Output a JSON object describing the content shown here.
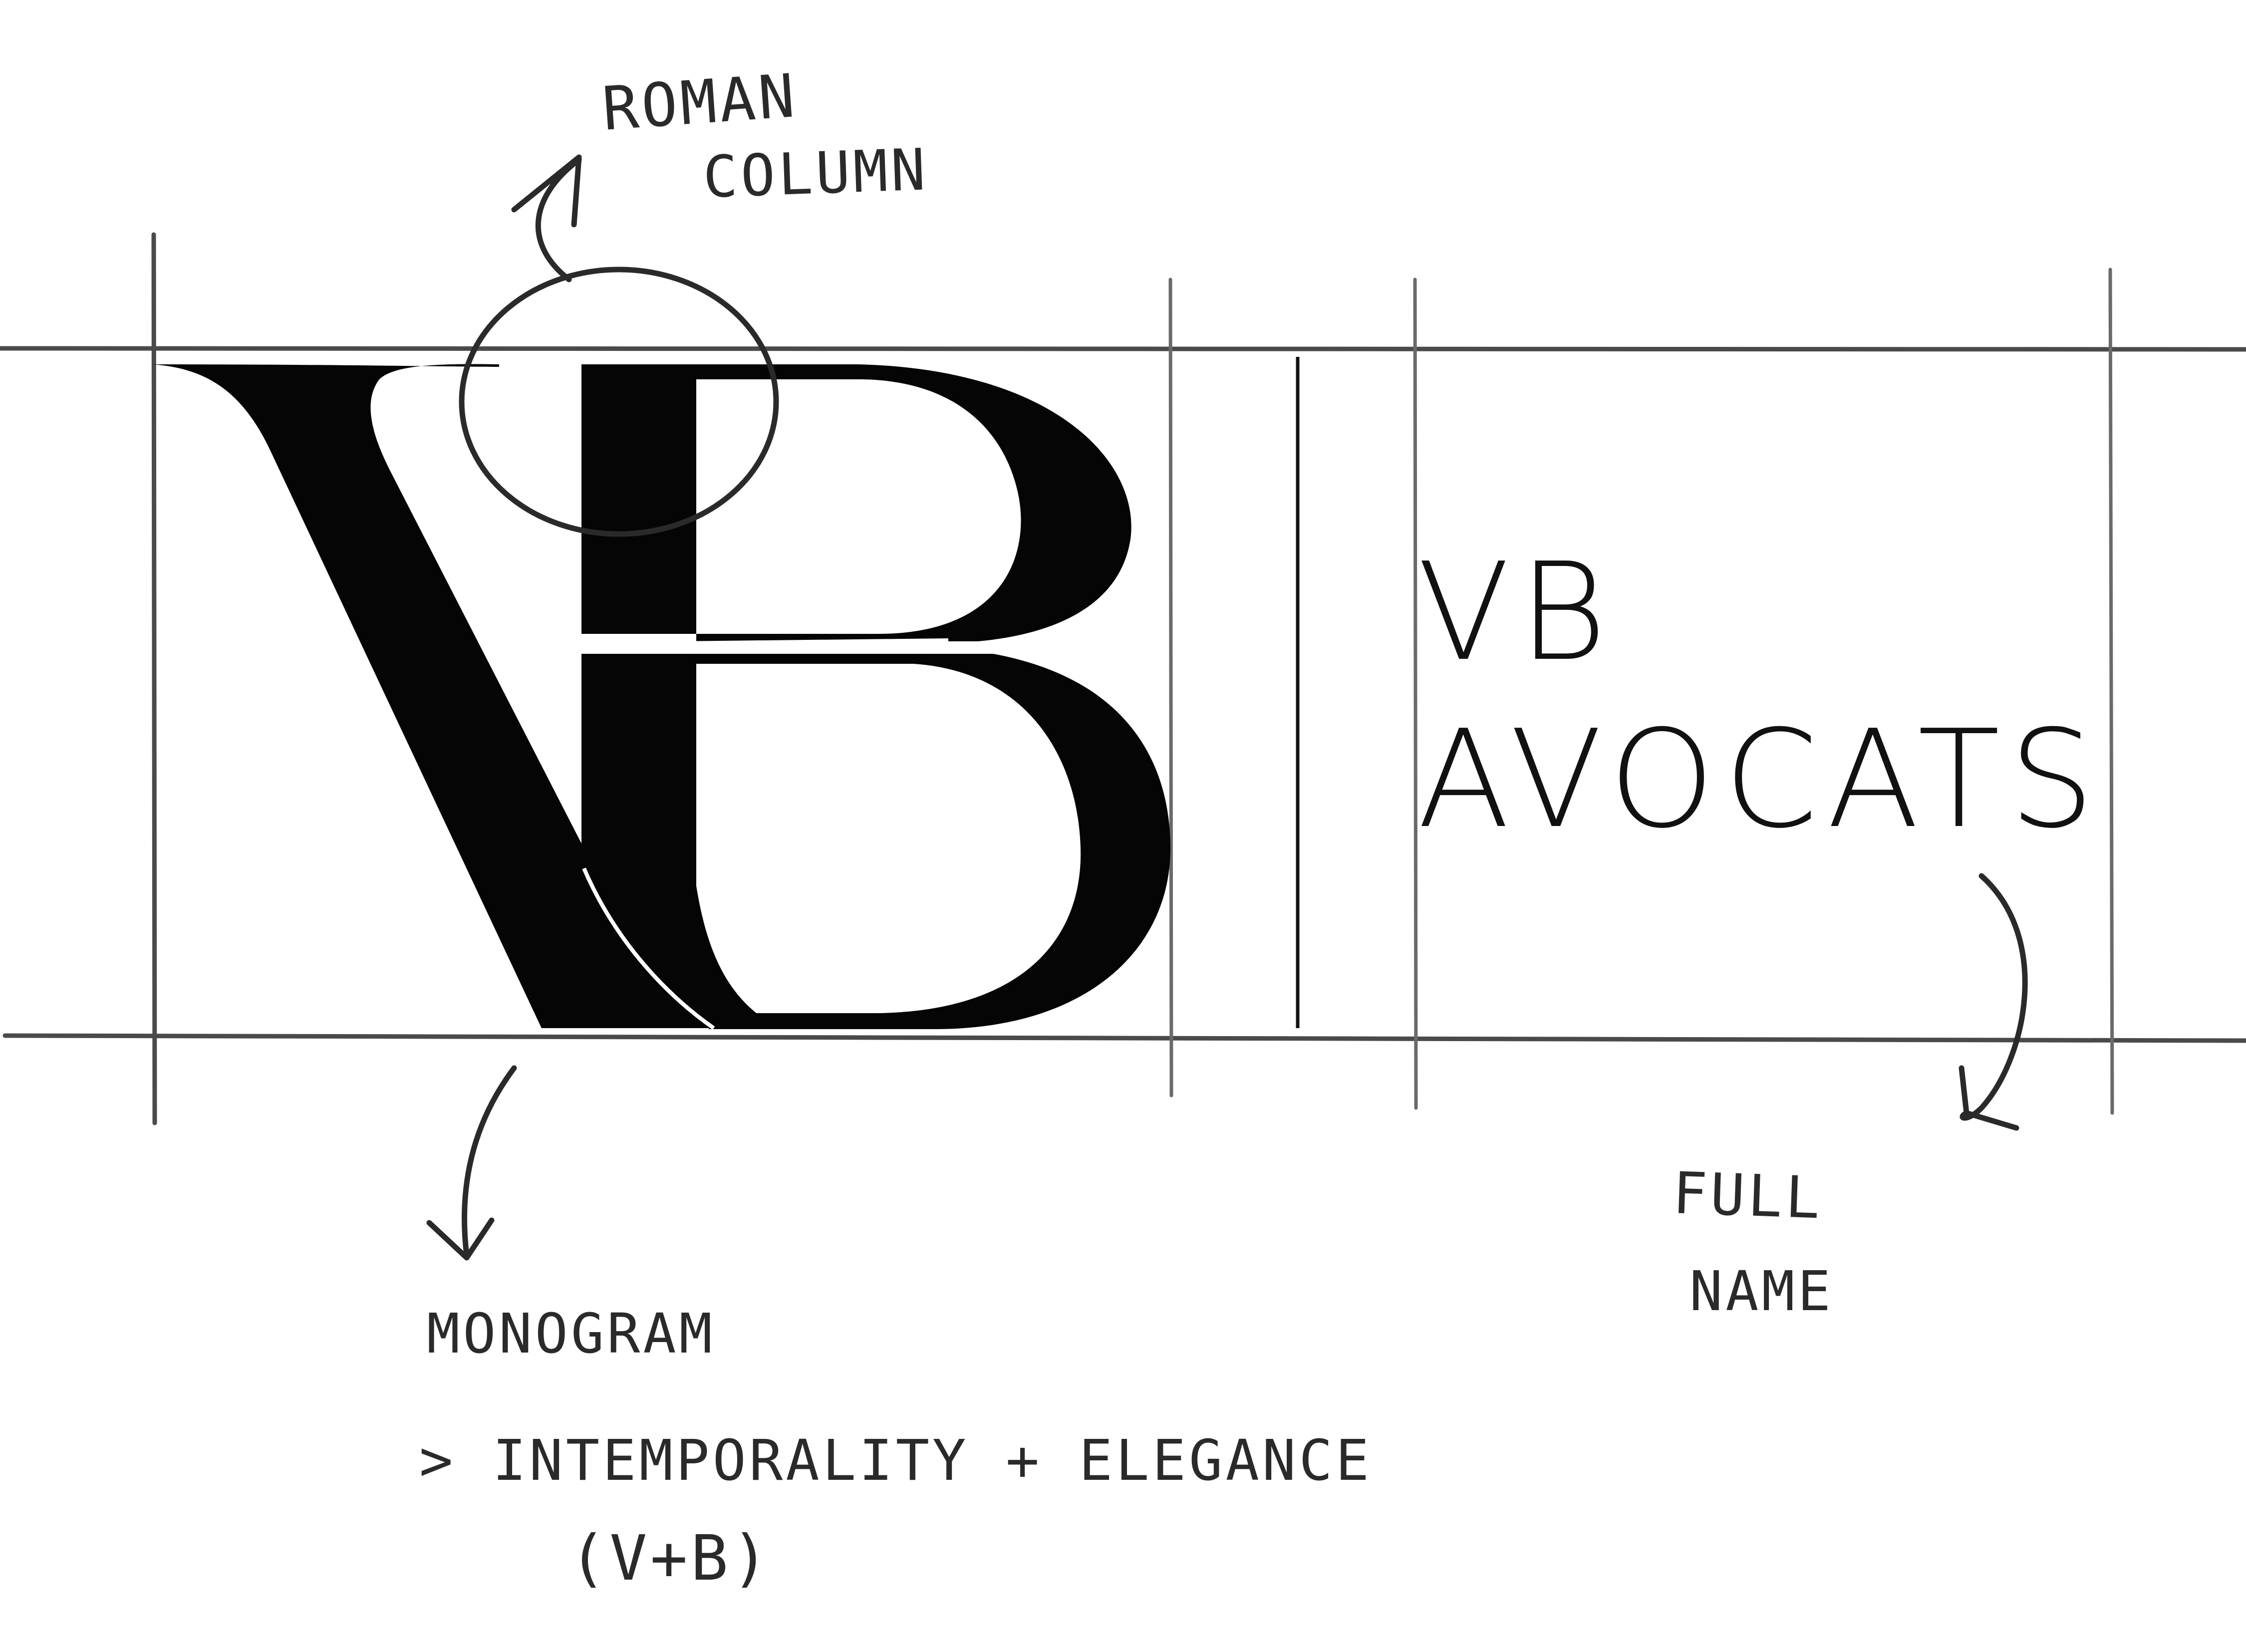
{
  "logo": {
    "monogram_v": "V",
    "monogram_b": "B",
    "wordmark_line1": "VB",
    "wordmark_line2": "AVOCATS"
  },
  "annotations": {
    "roman_line1": "ROMAN",
    "roman_line2": "COLUMN",
    "monogram": "MONOGRAM",
    "monogram_note_line1": "> INTEMPORALITY + ELEGANCE",
    "monogram_note_line2": "(V+B)",
    "full_line1": "FULL",
    "full_line2": "NAME"
  },
  "colors": {
    "ink": "#050505",
    "pencil": "#4a4a4a",
    "background": "#ffffff"
  }
}
